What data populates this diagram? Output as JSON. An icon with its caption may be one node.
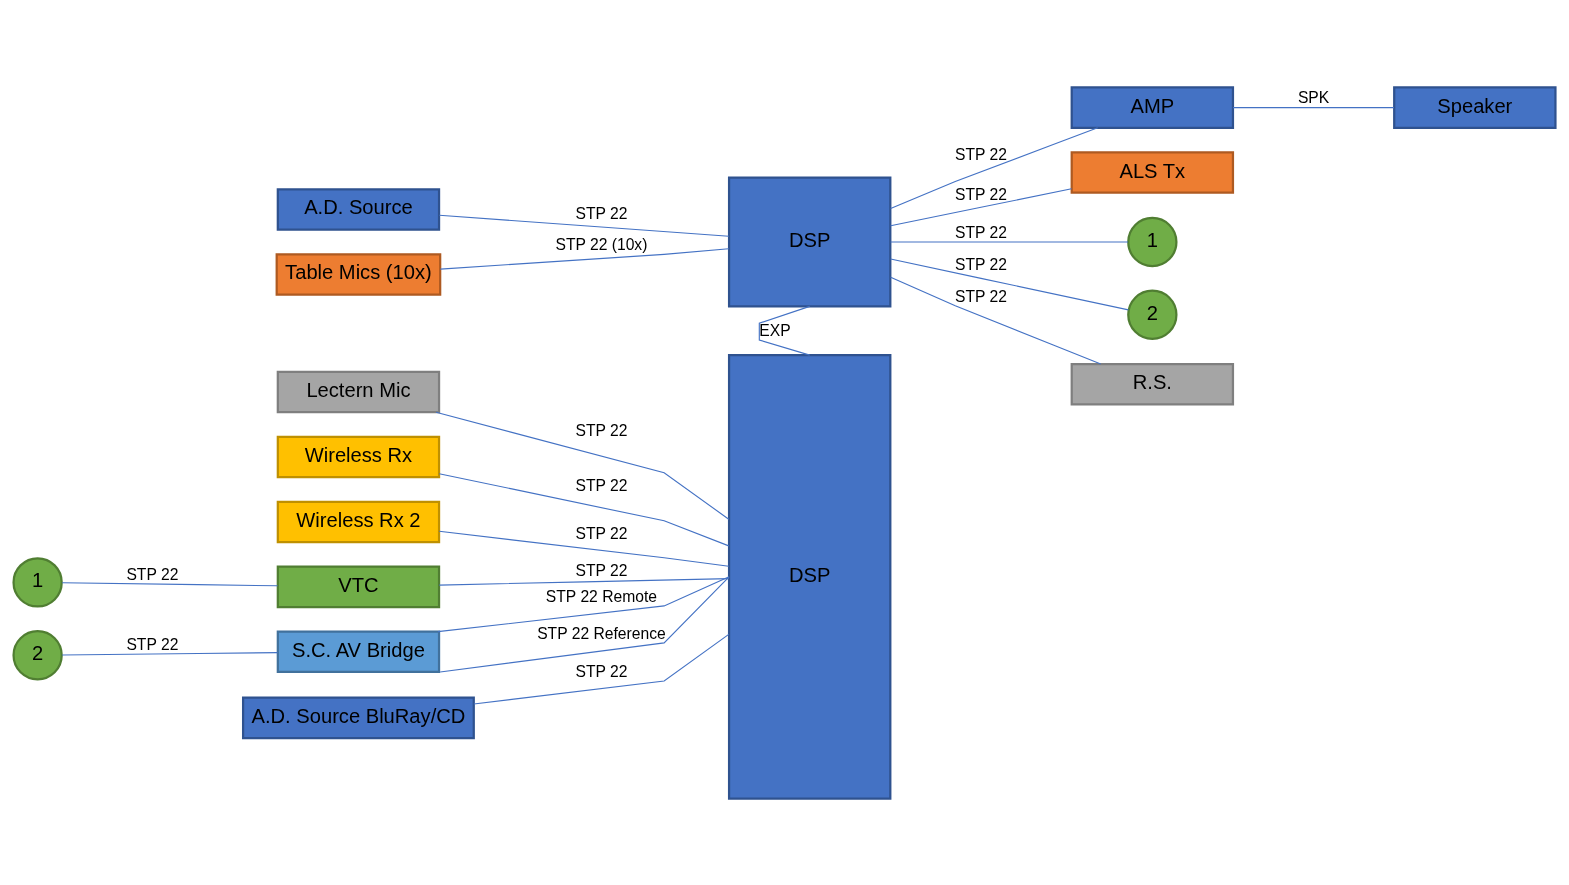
{
  "diagram": {
    "nodes": [
      {
        "text": [
          "A.D. Source"
        ]
      },
      {
        "text": [
          "Table Mics (10x)"
        ]
      },
      {
        "text": [
          "Lectern Mic"
        ]
      },
      {
        "text": [
          "Wireless Rx"
        ]
      },
      {
        "text": [
          "Wireless Rx 2"
        ]
      },
      {
        "text": [
          "VTC"
        ]
      },
      {
        "text": [
          "S.C. AV Bridge"
        ]
      },
      {
        "text": [
          "A.D. Source BluRay/CD"
        ]
      },
      {
        "text": [
          "DSP"
        ]
      },
      {
        "text": [
          "DSP"
        ]
      },
      {
        "text": [
          "AMP"
        ]
      },
      {
        "text": [
          "Speaker"
        ]
      },
      {
        "text": [
          "ALS Tx"
        ]
      },
      {
        "text": [
          "1"
        ]
      },
      {
        "text": [
          "2"
        ]
      },
      {
        "text": [
          "R.S."
        ]
      },
      {
        "text": [
          "1"
        ]
      },
      {
        "text": [
          "2"
        ]
      }
    ],
    "edges": [
      {
        "from": 0,
        "to": 8,
        "arrow": "none",
        "label": "STP 22"
      },
      {
        "from": 1,
        "to": 8,
        "arrow": "none",
        "label": "STP 22 (10x)"
      },
      {
        "from": 8,
        "to": 9,
        "arrow": "none",
        "label": "EXP"
      },
      {
        "from": 2,
        "to": 9,
        "arrow": "none",
        "label": "STP 22"
      },
      {
        "from": 3,
        "to": 9,
        "arrow": "none",
        "label": "STP 22"
      },
      {
        "from": 4,
        "to": 9,
        "arrow": "none",
        "label": "STP 22"
      },
      {
        "from": 5,
        "to": 9,
        "arrow": "none",
        "label": "STP 22"
      },
      {
        "from": 6,
        "to": 9,
        "arrow": "none",
        "label": "STP 22 Remote"
      },
      {
        "from": 6,
        "to": 9,
        "arrow": "none",
        "label": "STP 22 Reference"
      },
      {
        "from": 7,
        "to": 9,
        "arrow": "none",
        "label": "STP 22"
      },
      {
        "from": 8,
        "to": 10,
        "arrow": "none",
        "label": "STP 22"
      },
      {
        "from": 10,
        "to": 11,
        "arrow": "none",
        "label": "SPK"
      },
      {
        "from": 8,
        "to": 12,
        "arrow": "none",
        "label": "STP 22"
      },
      {
        "from": 8,
        "to": 13,
        "arrow": "none",
        "label": "STP 22"
      },
      {
        "from": 8,
        "to": 14,
        "arrow": "none",
        "label": "STP 22"
      },
      {
        "from": 8,
        "to": 15,
        "arrow": "none",
        "label": "STP 22"
      },
      {
        "from": 16,
        "to": 5,
        "arrow": "none",
        "label": "STP 22"
      },
      {
        "from": 17,
        "to": 6,
        "arrow": "none",
        "label": "STP 22"
      }
    ]
  }
}
